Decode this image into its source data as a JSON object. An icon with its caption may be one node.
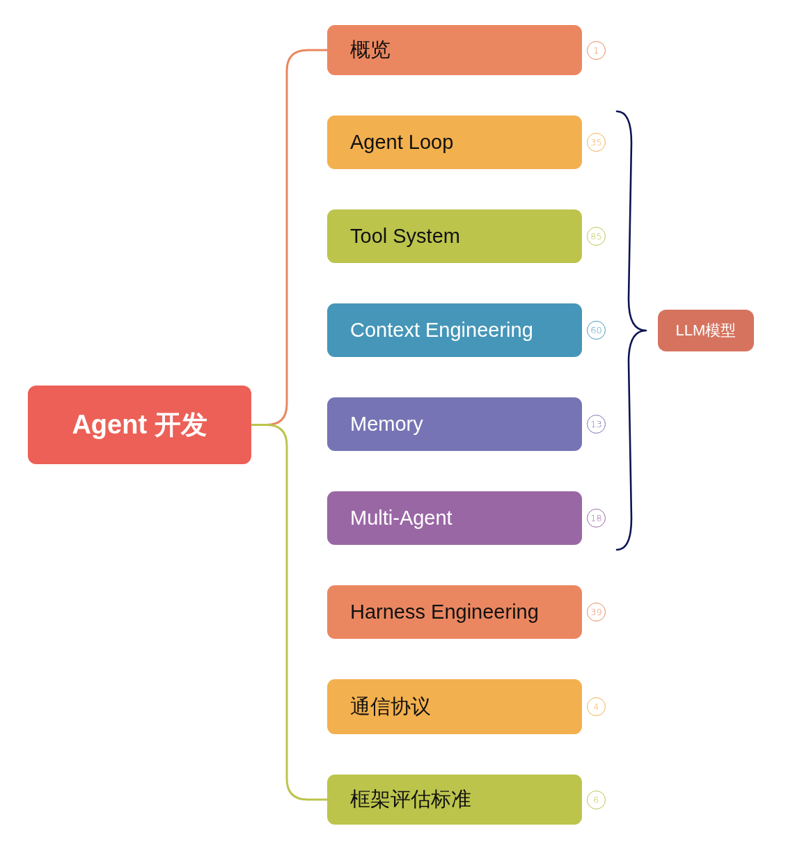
{
  "diagram": {
    "nodes": [
      {
        "text": [
          "Agent 开发"
        ]
      },
      {
        "text": [
          "概览"
        ],
        "beside": [
          "1"
        ]
      },
      {
        "text": [
          "Agent Loop"
        ],
        "beside": [
          "35"
        ]
      },
      {
        "text": [
          "Tool System"
        ],
        "beside": [
          "85"
        ]
      },
      {
        "text": [
          "Context Engineering"
        ],
        "beside": [
          "60"
        ]
      },
      {
        "text": [
          "Memory"
        ],
        "beside": [
          "13"
        ]
      },
      {
        "text": [
          "Multi-Agent"
        ],
        "beside": [
          "18"
        ]
      },
      {
        "text": [
          "Harness Engineering"
        ],
        "beside": [
          "39"
        ]
      },
      {
        "text": [
          "通信协议"
        ],
        "beside": [
          "4"
        ]
      },
      {
        "text": [
          "框架评估标准"
        ],
        "beside": [
          "6"
        ]
      },
      {
        "text": [
          "LLM模型"
        ]
      }
    ],
    "edges": [
      {
        "from": 0,
        "to": 1,
        "arrow": "none",
        "color": "#e9875f"
      },
      {
        "from": 0,
        "to": 9,
        "arrow": "none",
        "color": "#bcc44c"
      }
    ]
  }
}
